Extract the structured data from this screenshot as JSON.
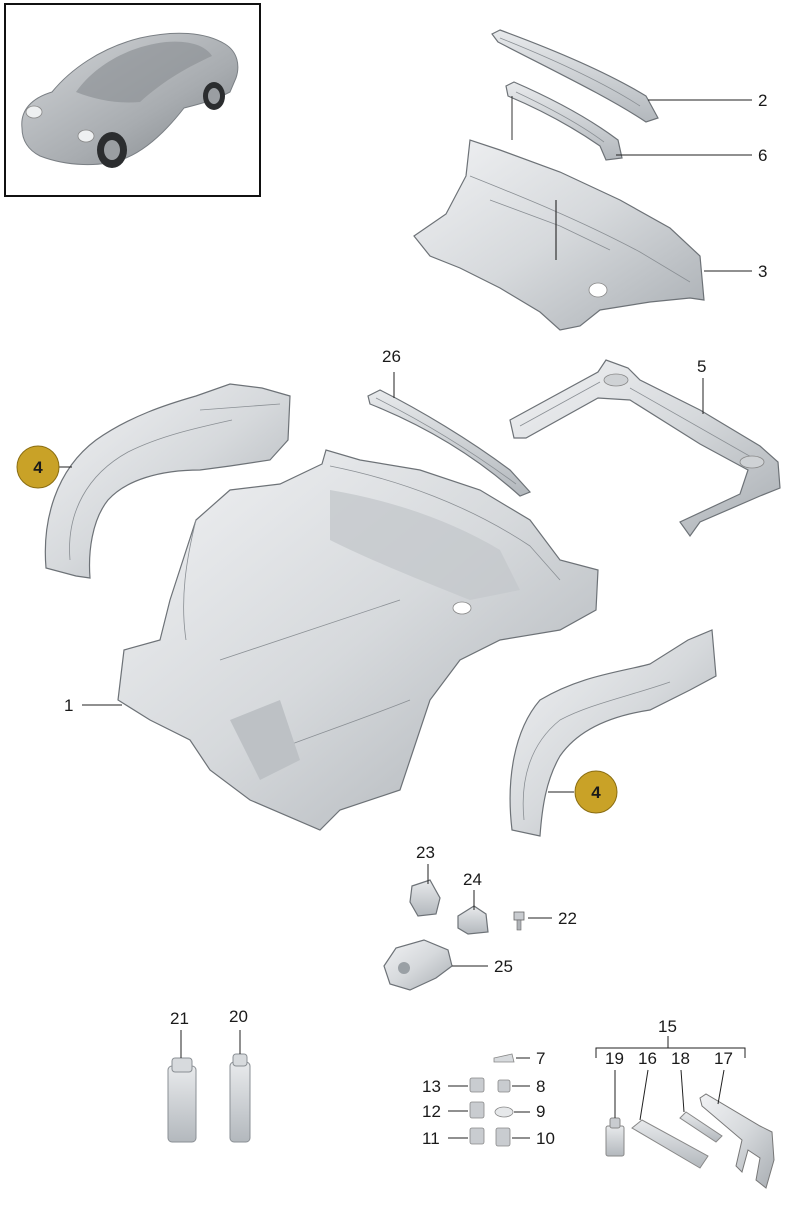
{
  "diagram": {
    "part_numbers": {
      "p1": "1",
      "p2": "2",
      "p3": "3",
      "p4a": "4",
      "p4b": "4",
      "p5": "5",
      "p6": "6",
      "p7": "7",
      "p8": "8",
      "p9": "9",
      "p10": "10",
      "p11": "11",
      "p12": "12",
      "p13": "13",
      "p15": "15",
      "p16": "16",
      "p17": "17",
      "p18": "18",
      "p19": "19",
      "p20": "20",
      "p21": "21",
      "p22": "22",
      "p23": "23",
      "p24": "24",
      "p25": "25",
      "p26": "26"
    },
    "colors": {
      "badge": "#c9a227",
      "part_fill": "#d9dcdf",
      "part_shade": "#b9bdc1",
      "part_light": "#eceef0",
      "frame": "#111111"
    }
  }
}
